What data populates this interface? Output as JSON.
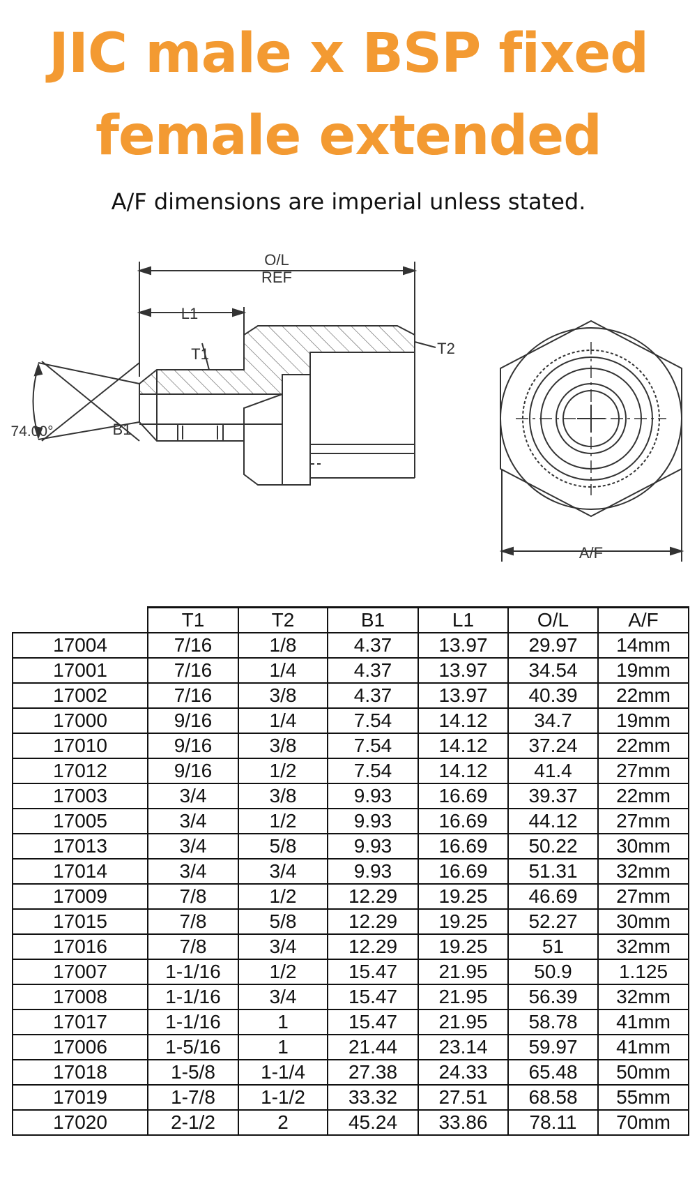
{
  "title_lines": [
    "JIC male x BSP fixed",
    "female extended"
  ],
  "subtitle": "A/F dimensions are imperial unless stated.",
  "drawing": {
    "labels": {
      "ol": "O/L",
      "ref": "REF",
      "l1": "L1",
      "t1": "T1",
      "t2": "T2",
      "b1": "B1",
      "angle": "74.00°",
      "af": "A/F"
    }
  },
  "table": {
    "headers": [
      "",
      "T1",
      "T2",
      "B1",
      "L1",
      "O/L",
      "A/F"
    ],
    "rows": [
      [
        "17004",
        "7/16",
        "1/8",
        "4.37",
        "13.97",
        "29.97",
        "14mm"
      ],
      [
        "17001",
        "7/16",
        "1/4",
        "4.37",
        "13.97",
        "34.54",
        "19mm"
      ],
      [
        "17002",
        "7/16",
        "3/8",
        "4.37",
        "13.97",
        "40.39",
        "22mm"
      ],
      [
        "17000",
        "9/16",
        "1/4",
        "7.54",
        "14.12",
        "34.7",
        "19mm"
      ],
      [
        "17010",
        "9/16",
        "3/8",
        "7.54",
        "14.12",
        "37.24",
        "22mm"
      ],
      [
        "17012",
        "9/16",
        "1/2",
        "7.54",
        "14.12",
        "41.4",
        "27mm"
      ],
      [
        "17003",
        "3/4",
        "3/8",
        "9.93",
        "16.69",
        "39.37",
        "22mm"
      ],
      [
        "17005",
        "3/4",
        "1/2",
        "9.93",
        "16.69",
        "44.12",
        "27mm"
      ],
      [
        "17013",
        "3/4",
        "5/8",
        "9.93",
        "16.69",
        "50.22",
        "30mm"
      ],
      [
        "17014",
        "3/4",
        "3/4",
        "9.93",
        "16.69",
        "51.31",
        "32mm"
      ],
      [
        "17009",
        "7/8",
        "1/2",
        "12.29",
        "19.25",
        "46.69",
        "27mm"
      ],
      [
        "17015",
        "7/8",
        "5/8",
        "12.29",
        "19.25",
        "52.27",
        "30mm"
      ],
      [
        "17016",
        "7/8",
        "3/4",
        "12.29",
        "19.25",
        "51",
        "32mm"
      ],
      [
        "17007",
        "1-1/16",
        "1/2",
        "15.47",
        "21.95",
        "50.9",
        "1.125"
      ],
      [
        "17008",
        "1-1/16",
        "3/4",
        "15.47",
        "21.95",
        "56.39",
        "32mm"
      ],
      [
        "17017",
        "1-1/16",
        "1",
        "15.47",
        "21.95",
        "58.78",
        "41mm"
      ],
      [
        "17006",
        "1-5/16",
        "1",
        "21.44",
        "23.14",
        "59.97",
        "41mm"
      ],
      [
        "17018",
        "1-5/8",
        "1-1/4",
        "27.38",
        "24.33",
        "65.48",
        "50mm"
      ],
      [
        "17019",
        "1-7/8",
        "1-1/2",
        "33.32",
        "27.51",
        "68.58",
        "55mm"
      ],
      [
        "17020",
        "2-1/2",
        "2",
        "45.24",
        "33.86",
        "78.11",
        "70mm"
      ]
    ]
  }
}
